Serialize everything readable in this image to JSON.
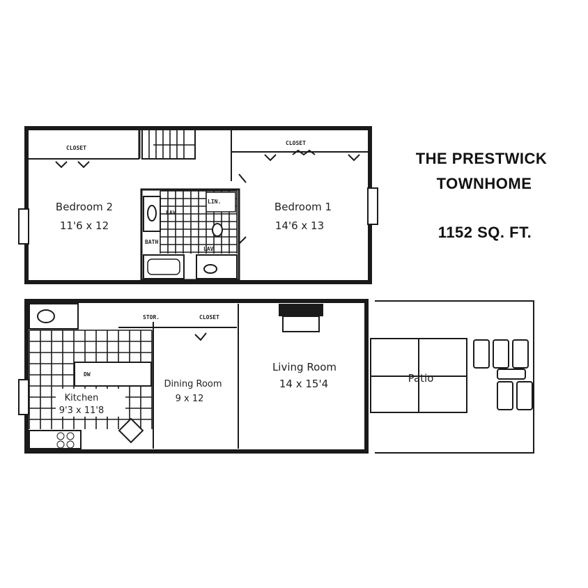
{
  "title": {
    "line1": "THE PRESTWICK",
    "line2": "TOWNHOME",
    "area": "1152 SQ. FT."
  },
  "upper_floor": {
    "closet_left": "CLOSET",
    "closet_right": "CLOSET",
    "bedroom2": {
      "name": "Bedroom 2",
      "size": "11'6 x 12"
    },
    "bedroom1": {
      "name": "Bedroom 1",
      "size": "14'6 x 13"
    },
    "linen": "LIN.",
    "bath": "BATH",
    "lav_left": "LAV",
    "lav_right": "LAV"
  },
  "lower_floor": {
    "storage": "STOR.",
    "closet": "CLOSET",
    "kitchen": {
      "name": "Kitchen",
      "size": "9'3 x 11'8"
    },
    "dishwasher": "DW",
    "dining": {
      "name": "Dining Room",
      "size": "9 x 12"
    },
    "living": {
      "name": "Living Room",
      "size": "14 x 15'4"
    },
    "patio": "Patio"
  }
}
